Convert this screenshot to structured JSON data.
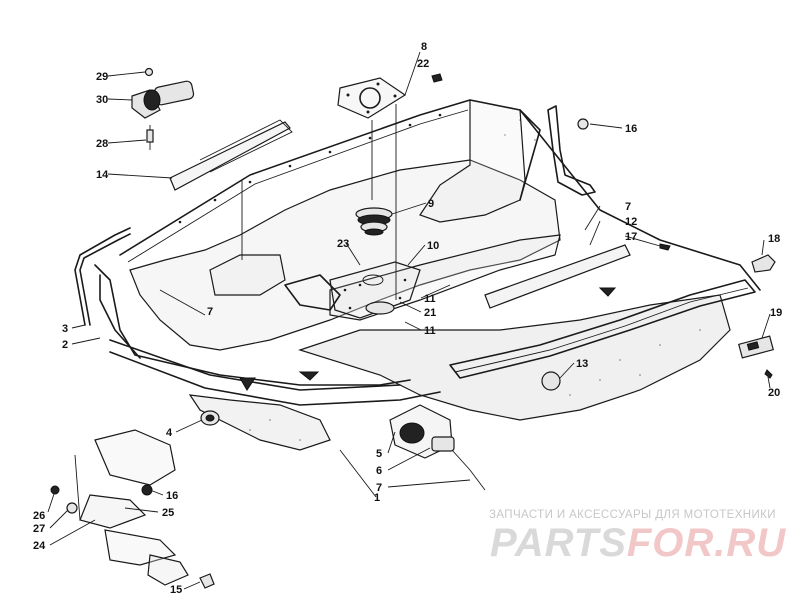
{
  "callouts": [
    {
      "id": "1",
      "text": "1"
    },
    {
      "id": "2",
      "text": "2"
    },
    {
      "id": "3",
      "text": "3"
    },
    {
      "id": "4",
      "text": "4"
    },
    {
      "id": "5",
      "text": "5"
    },
    {
      "id": "6",
      "text": "6"
    },
    {
      "id": "7a",
      "text": "7"
    },
    {
      "id": "7b",
      "text": "7"
    },
    {
      "id": "7c",
      "text": "7"
    },
    {
      "id": "8",
      "text": "8"
    },
    {
      "id": "9",
      "text": "9"
    },
    {
      "id": "10",
      "text": "10"
    },
    {
      "id": "11a",
      "text": "11"
    },
    {
      "id": "11b",
      "text": "11"
    },
    {
      "id": "12",
      "text": "12"
    },
    {
      "id": "13",
      "text": "13"
    },
    {
      "id": "14",
      "text": "14"
    },
    {
      "id": "15",
      "text": "15"
    },
    {
      "id": "16a",
      "text": "16"
    },
    {
      "id": "16b",
      "text": "16"
    },
    {
      "id": "17",
      "text": "17"
    },
    {
      "id": "18",
      "text": "18"
    },
    {
      "id": "19",
      "text": "19"
    },
    {
      "id": "20",
      "text": "20"
    },
    {
      "id": "21",
      "text": "21"
    },
    {
      "id": "22",
      "text": "22"
    },
    {
      "id": "23",
      "text": "23"
    },
    {
      "id": "24",
      "text": "24"
    },
    {
      "id": "25",
      "text": "25"
    },
    {
      "id": "26",
      "text": "26"
    },
    {
      "id": "27",
      "text": "27"
    },
    {
      "id": "28",
      "text": "28"
    },
    {
      "id": "29",
      "text": "29"
    },
    {
      "id": "30",
      "text": "30"
    }
  ],
  "watermark": {
    "caption": "ЗАПЧАСТИ И АКСЕССУАРЫ ДЛЯ МОТОТЕХНИКИ",
    "logo_main": "PARTS",
    "logo_accent": "FOR.RU"
  }
}
